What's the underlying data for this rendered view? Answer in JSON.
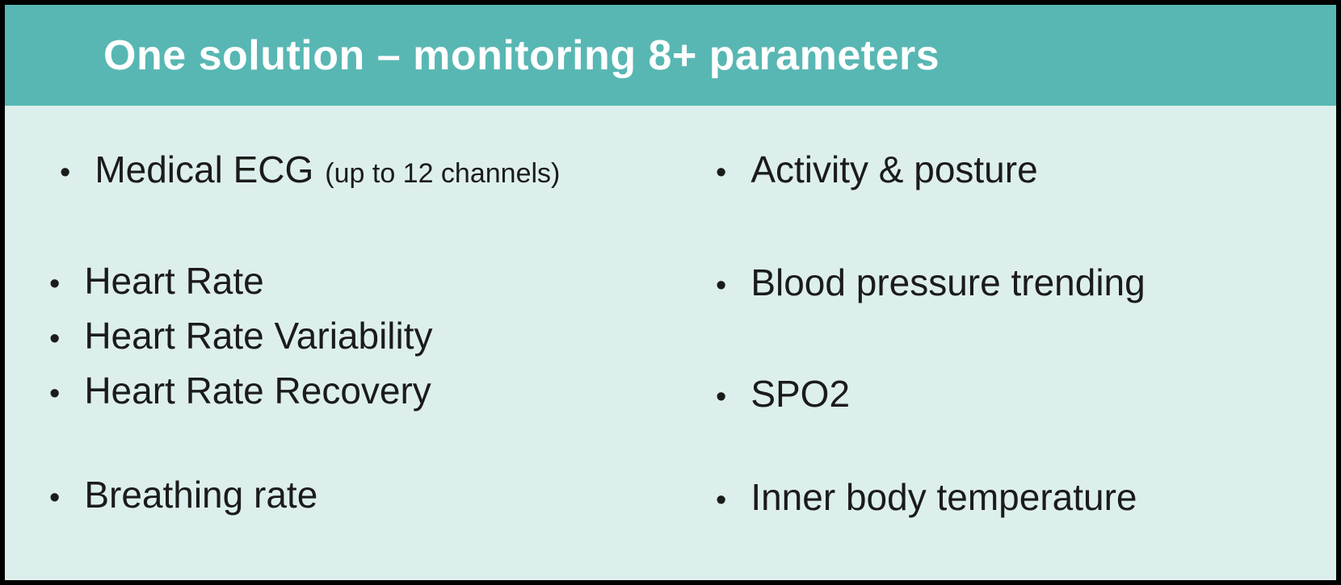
{
  "title": "One solution – monitoring 8+ parameters",
  "left": {
    "ecg": {
      "main": "Medical ECG",
      "detail": "(up to 12 channels)"
    },
    "heart_rate": "Heart Rate",
    "heart_rate_variability": "Heart Rate Variability",
    "heart_rate_recovery": "Heart Rate Recovery",
    "breathing_rate": "Breathing rate"
  },
  "right": {
    "activity": "Activity & posture",
    "blood_pressure": "Blood pressure trending",
    "spo2": "SPO2",
    "temperature": "Inner body temperature"
  },
  "colors": {
    "header_bg": "#58b7b3",
    "body_bg": "#ddefed",
    "border": "#000000",
    "title_text": "#ffffff",
    "body_text": "#1b1b1b"
  }
}
